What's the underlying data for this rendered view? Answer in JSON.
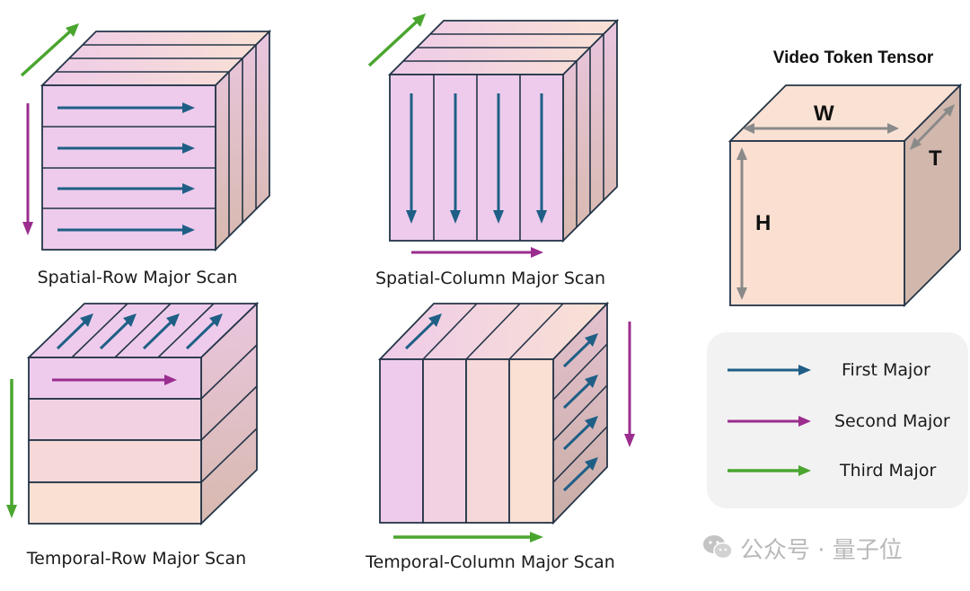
{
  "captions": {
    "spatial_row": "Spatial-Row Major Scan",
    "spatial_column": "Spatial-Column Major Scan",
    "temporal_row": "Temporal-Row Major Scan",
    "temporal_column": "Temporal-Column Major Scan"
  },
  "tensor": {
    "title": "Video Token Tensor",
    "w_label": "W",
    "h_label": "H",
    "t_label": "T"
  },
  "legend": {
    "first": "First Major",
    "second": "Second Major",
    "third": "Third Major"
  },
  "colors": {
    "first_major": "#1f5f86",
    "second_major": "#9b2d8f",
    "third_major": "#4aa52f",
    "dim_arrow": "#8a8a8a",
    "pink": "#eecbec",
    "peach": "#f9e0d3",
    "outline": "#243548"
  },
  "watermark": "公众号 · 量子位"
}
